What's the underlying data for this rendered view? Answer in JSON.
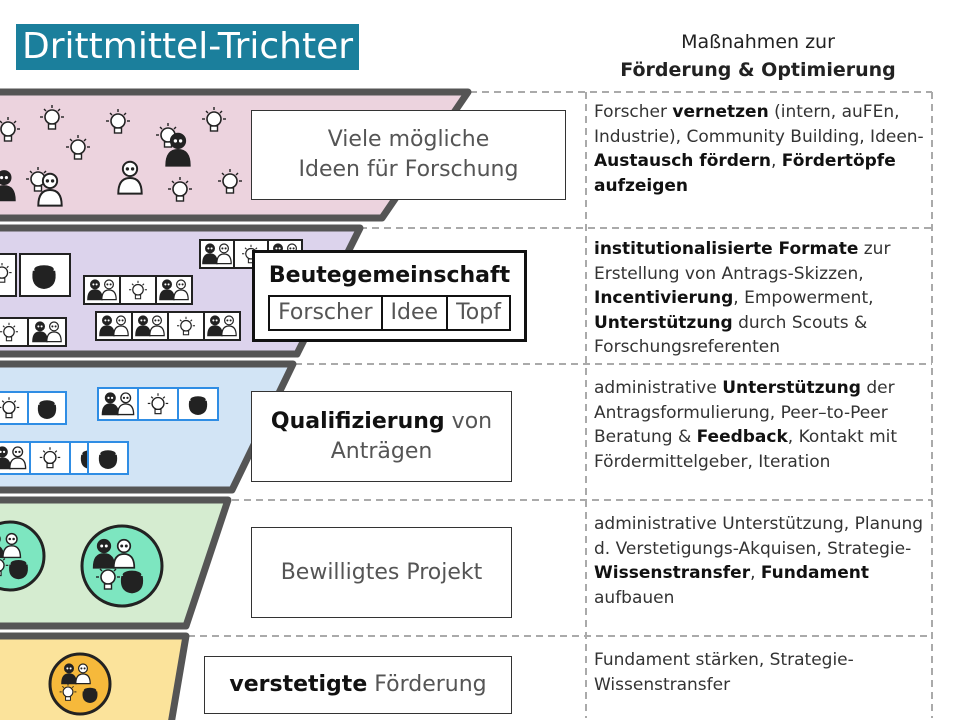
{
  "title": "Drittmittel-Trichter",
  "measures_heading": {
    "line1": "Maßnahmen zur",
    "line2": "Förderung & Optimierung"
  },
  "colors": {
    "title_bg": "#1b7f9c",
    "stage1": "#ecd3de",
    "stage2": "#dcd3ec",
    "stage3": "#d2e4f5",
    "stage4": "#d5ecd0",
    "stage5": "#fbe39b",
    "funnel_border": "#555555",
    "chip_border_blue": "#2f8de4",
    "circle_fill": "#7de6c0"
  },
  "stages": [
    {
      "id": "s1",
      "label_parts": [
        {
          "t": "Viele mögliche",
          "b": false,
          "br": true
        },
        {
          "t": "Ideen für Forschung",
          "b": false
        }
      ]
    },
    {
      "id": "s2",
      "label_parts": [
        {
          "t": "Beutegemeinschaft",
          "b": true
        }
      ],
      "sub": [
        "Forscher",
        "Idee",
        "Topf"
      ]
    },
    {
      "id": "s3",
      "label_parts": [
        {
          "t": "Qualifizierung",
          "b": true
        },
        {
          "t": " von",
          "b": false,
          "br": true
        },
        {
          "t": "Anträgen",
          "b": false
        }
      ]
    },
    {
      "id": "s4",
      "label_parts": [
        {
          "t": "Bewilligtes Projekt",
          "b": false
        }
      ]
    },
    {
      "id": "s5",
      "label_parts": [
        {
          "t": "verstetigte",
          "b": true
        },
        {
          "t": " Förderung",
          "b": false
        }
      ]
    }
  ],
  "measures": [
    [
      {
        "t": "Forscher ",
        "b": false
      },
      {
        "t": "vernetzen",
        "b": true
      },
      {
        "t": " (intern, auFEn, Industrie), Community Building, Ideen-",
        "b": false
      },
      {
        "t": "Austausch fördern",
        "b": true
      },
      {
        "t": ", ",
        "b": false
      },
      {
        "t": "Fördertöpfe aufzeigen",
        "b": true
      }
    ],
    [
      {
        "t": "institutionalisierte Formate",
        "b": true
      },
      {
        "t": " zur Erstellung von Antrags-Skizzen, ",
        "b": false
      },
      {
        "t": "Incentivierung",
        "b": true
      },
      {
        "t": ", Empowerment, ",
        "b": false
      },
      {
        "t": "Unterstützung",
        "b": true
      },
      {
        "t": " durch Scouts & Forschungsreferenten",
        "b": false
      }
    ],
    [
      {
        "t": "administrative ",
        "b": false
      },
      {
        "t": "Unterstützung",
        "b": true
      },
      {
        "t": " der Antragsformulierung, Peer–to-Peer Beratung & ",
        "b": false
      },
      {
        "t": "Feedback",
        "b": true
      },
      {
        "t": ", Kontakt mit Fördermittelgeber, Iteration",
        "b": false
      }
    ],
    [
      {
        "t": "administrative Unterstützung, Planung d. Verstetigungs-Akquisen, Strategie-",
        "b": false
      },
      {
        "t": "Wissenstransfer",
        "b": true
      },
      {
        "t": ", ",
        "b": false
      },
      {
        "t": "Fundament",
        "b": true
      },
      {
        "t": " aufbauen",
        "b": false
      }
    ],
    [
      {
        "t": "Fundament stärken, Strategie-Wissenstransfer",
        "b": false
      }
    ]
  ]
}
